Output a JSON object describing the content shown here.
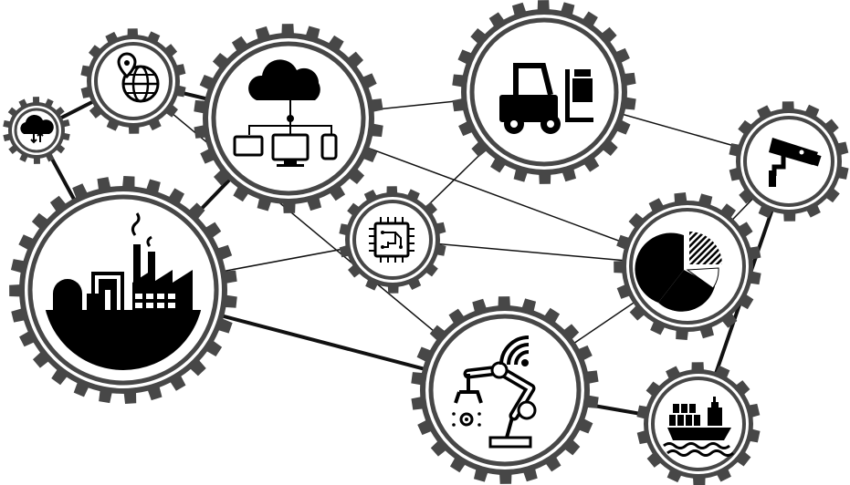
{
  "diagram": {
    "nodes": [
      {
        "id": "cloud-download",
        "icon": "cloud-download-icon"
      },
      {
        "id": "globe-location",
        "icon": "globe-location-icon"
      },
      {
        "id": "cloud-network",
        "icon": "cloud-network-icon"
      },
      {
        "id": "forklift",
        "icon": "forklift-icon"
      },
      {
        "id": "cctv",
        "icon": "cctv-camera-icon"
      },
      {
        "id": "chip",
        "icon": "microchip-icon"
      },
      {
        "id": "pie-chart",
        "icon": "pie-chart-icon"
      },
      {
        "id": "factory",
        "icon": "factory-icon"
      },
      {
        "id": "robot-arm",
        "icon": "robot-arm-icon"
      },
      {
        "id": "cargo-ship",
        "icon": "cargo-ship-icon"
      }
    ],
    "edges": [
      [
        "cloud-download",
        "globe-location"
      ],
      [
        "cloud-download",
        "factory"
      ],
      [
        "globe-location",
        "cloud-network"
      ],
      [
        "globe-location",
        "robot-arm"
      ],
      [
        "cloud-network",
        "forklift"
      ],
      [
        "cloud-network",
        "factory"
      ],
      [
        "cloud-network",
        "pie-chart"
      ],
      [
        "forklift",
        "cctv"
      ],
      [
        "forklift",
        "chip"
      ],
      [
        "chip",
        "factory"
      ],
      [
        "chip",
        "pie-chart"
      ],
      [
        "pie-chart",
        "cctv"
      ],
      [
        "pie-chart",
        "robot-arm"
      ],
      [
        "factory",
        "robot-arm"
      ],
      [
        "robot-arm",
        "cargo-ship"
      ],
      [
        "cctv",
        "cargo-ship"
      ]
    ],
    "colors": {
      "gear": "#474747",
      "ring": "#474747",
      "icon": "#000000",
      "line": "#111111",
      "background": "#ffffff"
    }
  }
}
